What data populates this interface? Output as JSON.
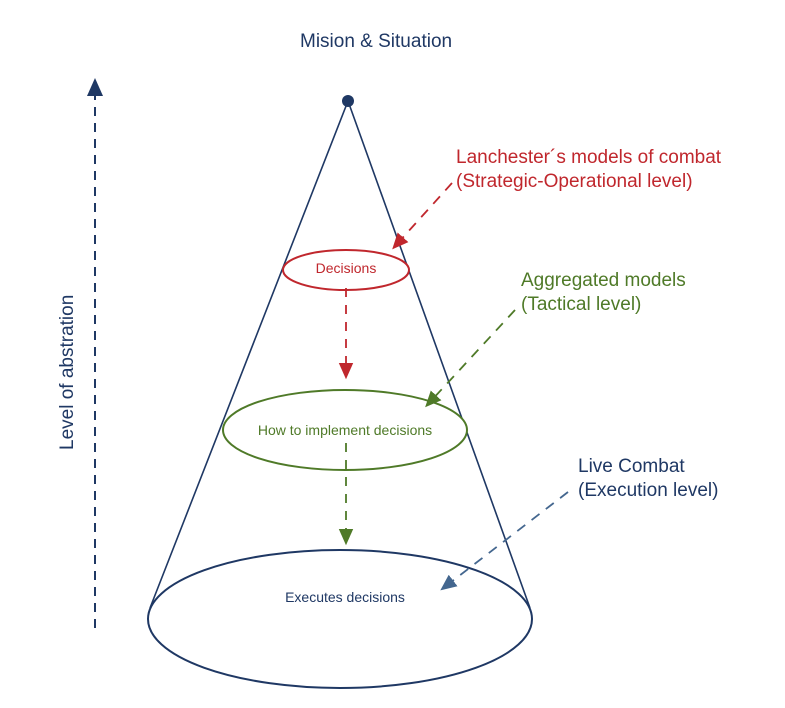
{
  "colors": {
    "navy": "#1f3864",
    "red": "#c0272d",
    "green": "#4f7a28",
    "steel": "#44678f"
  },
  "labels": {
    "apex": "Mision & Situation",
    "axis": "Level of abstration",
    "lanchester_line1": "Lanchester´s models of combat",
    "lanchester_line2": "(Strategic-Operational level)",
    "aggregated_line1": "Aggregated models",
    "aggregated_line2": "(Tactical level)",
    "live_line1": "Live Combat",
    "live_line2": "(Execution level)"
  },
  "nodes": {
    "decisions": "Decisions",
    "how_to_implement": "How to implement decisions",
    "executes": "Executes decisions"
  }
}
